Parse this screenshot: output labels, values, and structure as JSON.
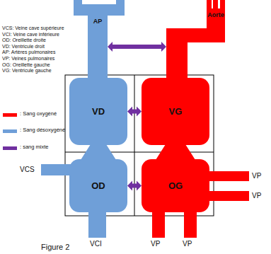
{
  "diagram": {
    "caption": "Figure 2",
    "nodes": [
      {
        "text": [
          "AP"
        ]
      },
      {
        "text": [
          "Aorte"
        ]
      },
      {
        "text": [
          "VD"
        ]
      },
      {
        "text": [
          "VG"
        ]
      },
      {
        "text": [
          "OD"
        ]
      },
      {
        "text": [
          "OG"
        ]
      }
    ],
    "edges": [
      {
        "from": 0,
        "to": 1,
        "arrow": "both"
      },
      {
        "from": 2,
        "to": 3,
        "arrow": "both"
      },
      {
        "from": 4,
        "to": 5,
        "arrow": "both"
      }
    ],
    "labels": [
      "VCS: Veine cave supérieure",
      "VCI: Veine cave inférieure",
      "OD: Oreillette droite",
      "VD: Ventricule droit",
      "AP: Artères pulmonaires",
      "VP: Veines pulmonaires",
      "OG: Oreillette gauche",
      "VG: Ventricule gauche",
      "VCS",
      "VCI",
      "VP",
      "VP",
      "VP",
      "VP"
    ],
    "legend": [
      {
        "text": ": Sang oxygéné",
        "color": "#ff0000"
      },
      {
        "text": ": Sang désoxygéné",
        "color": "#6f9fd8"
      },
      {
        "text": ": sang mixte",
        "color": "#7030a0"
      }
    ]
  }
}
